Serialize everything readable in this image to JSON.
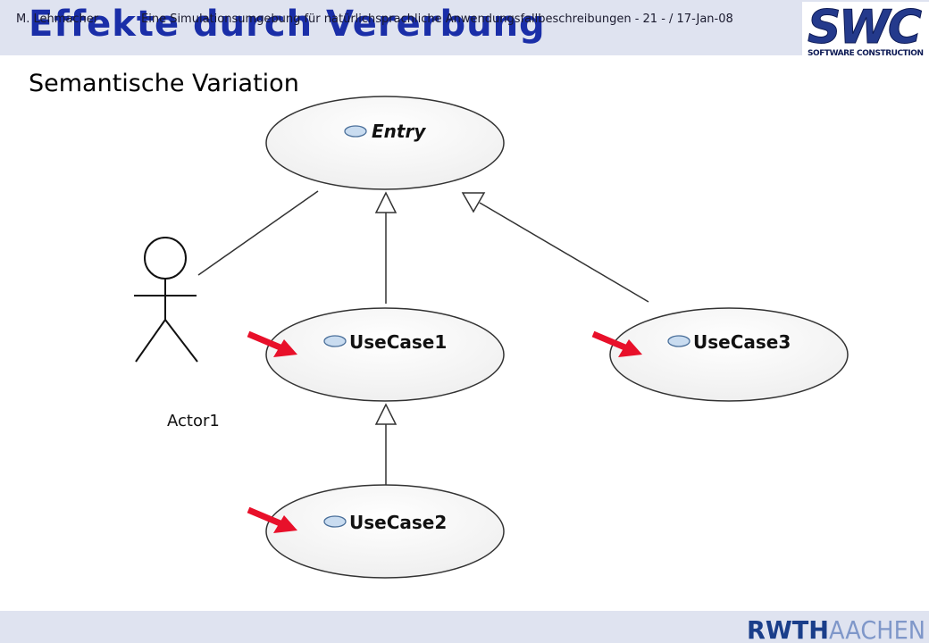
{
  "header": {
    "title": "Effekte durch Vererbung",
    "logo_main": "SWC",
    "logo_sub": "SOFTWARE CONSTRUCTION"
  },
  "subtitle": "Semantische Variation",
  "diagram": {
    "actor_label": "Actor1",
    "use_cases": {
      "entry": "Entry",
      "uc1": "UseCase1",
      "uc2": "UseCase2",
      "uc3": "UseCase3"
    },
    "highlight_color": "#e8102a"
  },
  "footer": {
    "author": "M. Lehmacher",
    "text": "Eine Simulationsumgebung für natürlichsprachliche Anwendungsfallbeschreibungen  - 21 - / 17-Jan-08",
    "logo_left": "RWTH",
    "logo_right": "AACHEN"
  },
  "colors": {
    "title": "#1a2ea8",
    "band": "#dfe3f0"
  }
}
